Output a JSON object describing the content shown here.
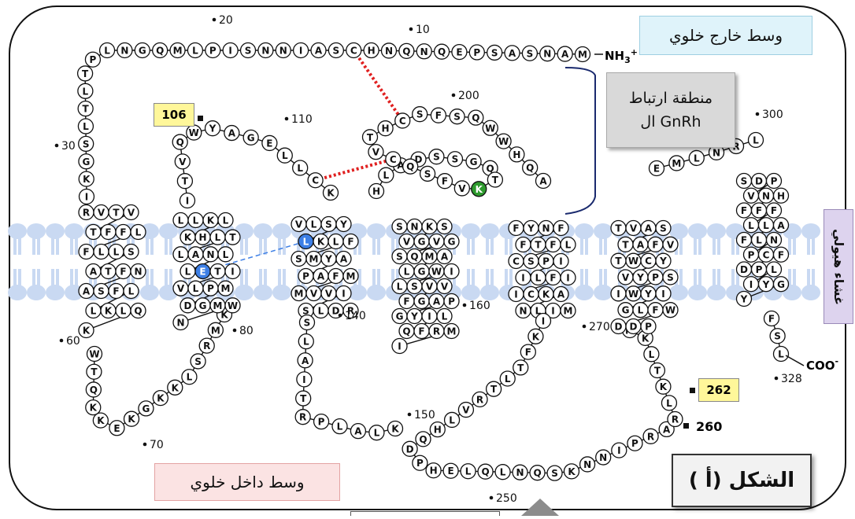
{
  "labels": {
    "extracellular": "وسط خارج خلوي",
    "intracellular": "وسط داخل خلوي",
    "binding_line1": "منطقة ارتباط",
    "binding_line2": "ال GnRh",
    "membrane": "غشاء هيولي",
    "figure": "الشكل (أ )",
    "nh3": "NH",
    "nh3_sub": "3",
    "nh3_sup": "+",
    "coo": "COO",
    "coo_sup": "-",
    "tag_106": "106",
    "tag_262": "262",
    "label_260": "260"
  },
  "numbers": [
    "10",
    "20",
    "30",
    "60",
    "70",
    "80",
    "110",
    "140",
    "150",
    "160",
    "200",
    "250",
    "270",
    "300",
    "328"
  ],
  "colors": {
    "membrane_lipid": "#c9d9f2",
    "highlight_blue": "#3d7fe6",
    "highlight_green": "#2e9a2e",
    "disulfide": "#e02020",
    "hbond": "#3d7fe6",
    "outline": "#111111"
  },
  "residues": {
    "n_term": [
      "M",
      "A",
      "N",
      "S",
      "A",
      "S",
      "P",
      "E",
      "Q",
      "N",
      "Q",
      "N",
      "H",
      "C",
      "S",
      "A",
      "I",
      "N",
      "N",
      "S",
      "I",
      "P",
      "L",
      "M",
      "Q",
      "G",
      "N",
      "L",
      "P",
      "T",
      "L",
      "T",
      "L",
      "S",
      "G",
      "K",
      "I"
    ],
    "tm1": [
      "R",
      "V",
      "T",
      "V",
      "T",
      "F",
      "F",
      "L",
      "F",
      "L",
      "L",
      "S",
      "A",
      "T",
      "F",
      "N",
      "A",
      "S",
      "F",
      "L",
      "L",
      "K",
      "L",
      "Q",
      "K"
    ],
    "icl1": [
      "W",
      "T",
      "Q",
      "K",
      "K",
      "E",
      "K",
      "G",
      "K",
      "K",
      "L",
      "S",
      "R",
      "M",
      "K"
    ],
    "tm2": [
      "L",
      "L",
      "K",
      "L",
      "K",
      "H",
      "L",
      "T",
      "L",
      "A",
      "N",
      "L",
      "L",
      "E",
      "T",
      "I",
      "V",
      "L",
      "P",
      "M",
      "D",
      "G",
      "M",
      "W",
      "N"
    ],
    "ecl1": [
      "I",
      "T",
      "V",
      "Q",
      "W",
      "Y",
      "A",
      "G",
      "E",
      "L",
      "L",
      "C",
      "K"
    ],
    "tm3": [
      "V",
      "L",
      "S",
      "Y",
      "L",
      "K",
      "L",
      "F",
      "S",
      "M",
      "Y",
      "A",
      "P",
      "A",
      "F",
      "M",
      "M",
      "V",
      "V",
      "I",
      "S",
      "L",
      "D",
      "R"
    ],
    "icl2": [
      "S",
      "L",
      "A",
      "I",
      "T",
      "R",
      "P",
      "L",
      "A",
      "L",
      "K"
    ],
    "tm4": [
      "S",
      "N",
      "K",
      "S",
      "V",
      "G",
      "V",
      "G",
      "S",
      "Q",
      "M",
      "A",
      "L",
      "G",
      "W",
      "I",
      "L",
      "S",
      "V",
      "V",
      "F",
      "G",
      "A",
      "P",
      "G",
      "Y",
      "I",
      "L",
      "Q",
      "F",
      "R",
      "M",
      "I"
    ],
    "ecl2": [
      "H",
      "L",
      "A",
      "D",
      "S",
      "S",
      "G",
      "Q",
      "T",
      "K",
      "V",
      "F",
      "S",
      "Q",
      "C",
      "V",
      "T",
      "H",
      "C",
      "S",
      "F",
      "S",
      "Q",
      "W",
      "W",
      "H",
      "Q",
      "A"
    ],
    "tm5": [
      "F",
      "Y",
      "N",
      "F",
      "F",
      "T",
      "F",
      "L",
      "C",
      "S",
      "P",
      "I",
      "I",
      "L",
      "F",
      "I",
      "I",
      "C",
      "K",
      "A",
      "N",
      "L",
      "I",
      "M"
    ],
    "icl3": [
      "I",
      "K",
      "F",
      "T",
      "L",
      "T",
      "R",
      "V",
      "L",
      "H",
      "Q",
      "D",
      "P",
      "H",
      "E",
      "L",
      "Q",
      "L",
      "N",
      "Q",
      "S",
      "K",
      "N",
      "N",
      "I",
      "P",
      "R",
      "A",
      "R",
      "L",
      "K",
      "T",
      "L",
      "K",
      "M"
    ],
    "tm6": [
      "T",
      "V",
      "A",
      "S",
      "T",
      "A",
      "F",
      "V",
      "T",
      "W",
      "C",
      "Y",
      "V",
      "Y",
      "P",
      "S",
      "I",
      "W",
      "Y",
      "I",
      "G",
      "L",
      "F",
      "W",
      "D",
      "D",
      "P"
    ],
    "ecl3": [
      "E",
      "M",
      "L",
      "N",
      "R",
      "L"
    ],
    "tm7": [
      "S",
      "D",
      "P",
      "V",
      "N",
      "H",
      "F",
      "F",
      "F",
      "L",
      "L",
      "A",
      "F",
      "L",
      "N",
      "P",
      "C",
      "F",
      "D",
      "P",
      "L",
      "I",
      "Y",
      "G",
      "Y"
    ],
    "c_term": [
      "F",
      "S",
      "L"
    ]
  }
}
